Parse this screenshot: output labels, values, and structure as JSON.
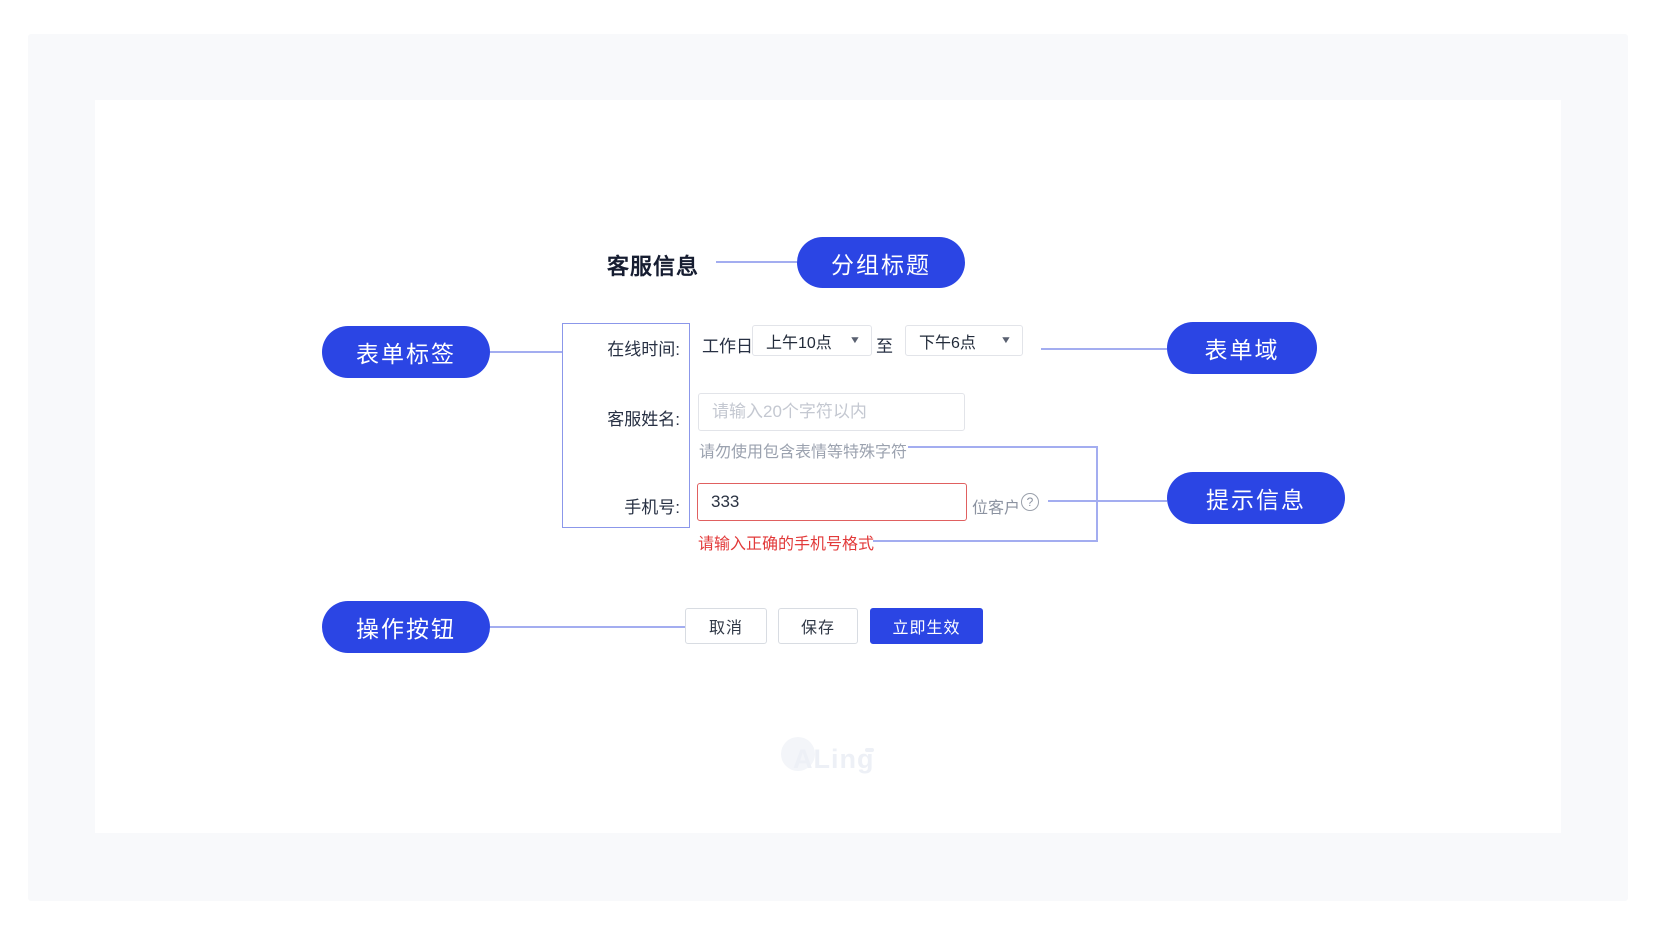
{
  "colors": {
    "accent": "#2b45e4",
    "connector": "#a3adf0",
    "outline": "#8b97ea",
    "error": "#e23a3a",
    "error_border": "#e06060"
  },
  "annotations": {
    "group_title": "分组标题",
    "form_label": "表单标签",
    "form_field": "表单域",
    "hint": "提示信息",
    "actions": "操作按钮"
  },
  "form": {
    "title": "客服信息",
    "online_time": {
      "label": "在线时间:",
      "prefix": "工作日",
      "start_value": "上午10点",
      "to": "至",
      "end_value": "下午6点"
    },
    "agent_name": {
      "label": "客服姓名:",
      "placeholder": "请输入20个字符以内",
      "help": "请勿使用包含表情等特殊字符"
    },
    "phone": {
      "label": "手机号:",
      "value": "333",
      "suffix": "位客户",
      "error": "请输入正确的手机号格式"
    },
    "buttons": {
      "cancel": "取消",
      "save": "保存",
      "apply": "立即生效"
    }
  },
  "icons": {
    "caret_down": "▼",
    "question": "?"
  },
  "watermark": "ALing"
}
